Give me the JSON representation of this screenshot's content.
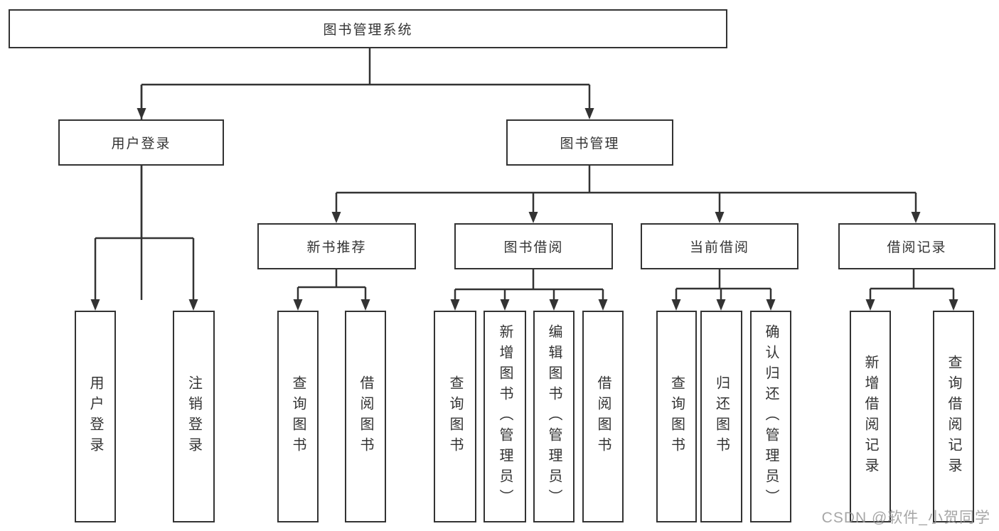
{
  "diagram": {
    "root": "图书管理系统",
    "level2": {
      "user_login": "用户登录",
      "book_management": "图书管理"
    },
    "level3": {
      "new_book_recommend": "新书推荐",
      "book_borrow": "图书借阅",
      "current_borrow": "当前借阅",
      "borrow_record": "借阅记录"
    },
    "leaves": {
      "user_login": "用户登录",
      "logout": "注销登录",
      "recommend_query_book": "查询图书",
      "recommend_borrow_book": "借阅图书",
      "borrow_query_book": "查询图书",
      "borrow_add_book_admin": "新增图书（管理员）",
      "borrow_edit_book_admin": "编辑图书（管理员）",
      "borrow_borrow_book": "借阅图书",
      "current_query_book": "查询图书",
      "current_return_book": "归还图书",
      "current_confirm_return_admin": "确认归还（管理员）",
      "record_add_record": "新增借阅记录",
      "record_query_record": "查询借阅记录"
    }
  },
  "watermark": "CSDN @软件_小贺同学",
  "colors": {
    "line": "#333333",
    "text": "#333333",
    "watermark": "#a9a9a9",
    "background": "#ffffff"
  }
}
